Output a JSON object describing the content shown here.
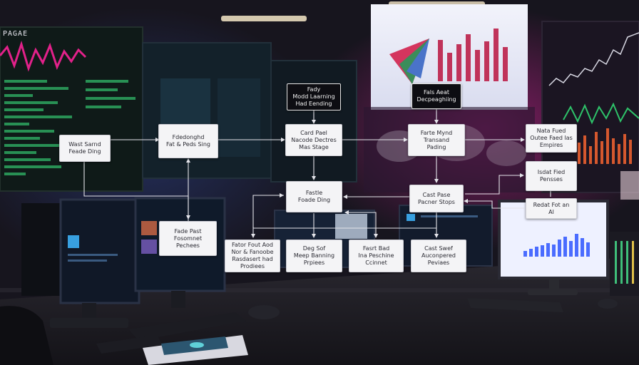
{
  "monitor_label": "PAGAE",
  "colors": {
    "background": "#15131d",
    "node_fill": "#f4f4f6",
    "node_dark_fill": "#0d0d12",
    "edge": "#e4e4ea",
    "wave_pink": "#e2218a",
    "wave_green": "#2ec36a",
    "bar_blue": "#4a6cff",
    "presentation_bar": "#c0335a"
  },
  "diagram": {
    "nodes": {
      "n_input": "Wast Sarnd\nFeade Ding",
      "n_feed": "Fdedonghd\nFat & Peds Sing",
      "n_model_title": "Fady\nModd Laarning\nHad Eending",
      "n_core": "Card Pael\nNacode Dectres\nMas Stage",
      "n_deep_title": "Fals Aeat\nDecpeaghiing",
      "n_pipeline": "Farte Mynd\nTransand\nPading",
      "n_output_top": "Nata Fued\nOutee Faed las\nEmpires",
      "n_output_mid": "Isdat Fied\nPensses",
      "n_output_bot": "Redat Fot an\nAl",
      "n_center": "Fastle\nFoade Ding",
      "n_right_mid": "Cast Pase\nPacner Stops",
      "n_left_low": "Fade Past\nFosomnet\nPechees",
      "n_b1": "Fator Fout Aod\nNor & Fanoobe\nRasdasert had\nProdiees",
      "n_b2": "Deg Sof\nMeep Banning\nPrpiees",
      "n_b3": "Fasrt Bad\nIna Peschine\nCcinnet",
      "n_b4": "Cast Swef\nAuconpered\nPeviaes"
    }
  }
}
